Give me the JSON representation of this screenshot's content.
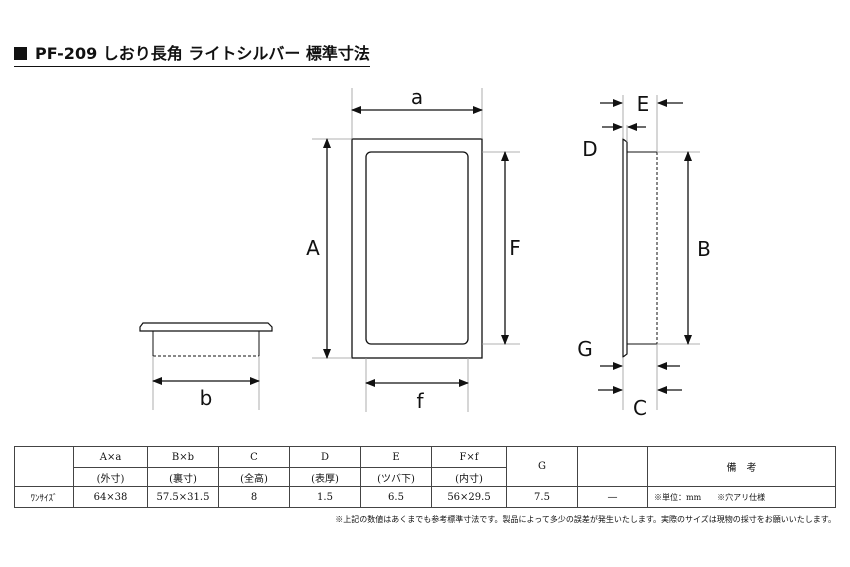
{
  "title": "PF-209 しおり長角 ライトシルバー 標準寸法",
  "labels": {
    "a": "a",
    "A": "A",
    "F": "F",
    "f": "f",
    "b": "b",
    "E": "E",
    "D": "D",
    "B": "B",
    "G": "G",
    "C": "C"
  },
  "table": {
    "head1": [
      "A×a",
      "B×b",
      "C",
      "D",
      "E",
      "F×f",
      "G",
      "",
      "備　考"
    ],
    "head2": [
      "(外寸)",
      "(裏寸)",
      "(全高)",
      "(表厚)",
      "(ツバ下)",
      "(内寸)"
    ],
    "row": {
      "label": "ﾜﾝｻｲｽﾞ",
      "values": [
        "64×38",
        "57.5×31.5",
        "8",
        "1.5",
        "6.5",
        "56×29.5",
        "7.5",
        "—"
      ],
      "notes": "※単位：mm　　※穴アリ仕様"
    }
  },
  "footnote": "※上記の数値はあくまでも参考標準寸法です。製品によって多少の誤差が発生いたします。実際のサイズは現物の採寸をお願いいたします。"
}
